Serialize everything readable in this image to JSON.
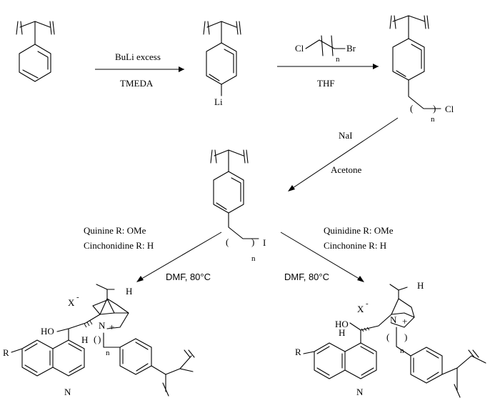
{
  "reactions": {
    "step1": {
      "reagent_top": "BuLi excess",
      "reagent_bottom": "TMEDA"
    },
    "step2": {
      "reagent_bottom": "THF"
    },
    "step3": {
      "reagent_top": "NaI",
      "reagent_bottom": "Acetone"
    },
    "step4_left": {
      "conditions": "DMF, 80°C"
    },
    "step4_right": {
      "conditions": "DMF, 80°C"
    }
  },
  "substituents": {
    "left": {
      "line1": "Quinine R: OMe",
      "line2": "Cinchonidine R: H"
    },
    "right": {
      "line1": "Quinidine R: OMe",
      "line2": "Cinchonine R: H"
    }
  },
  "atoms": {
    "li": "Li",
    "cl": "Cl",
    "br": "Br",
    "iodo": "I",
    "n_subscript": "n",
    "counterion": "X",
    "counterion_charge": "-",
    "nitrogen": "N",
    "plus": "+",
    "ho": "HO",
    "h": "H",
    "r": "R",
    "open_paren": "(",
    "close_paren": ")"
  },
  "colors": {
    "ink": "#000000",
    "background": "#ffffff"
  }
}
